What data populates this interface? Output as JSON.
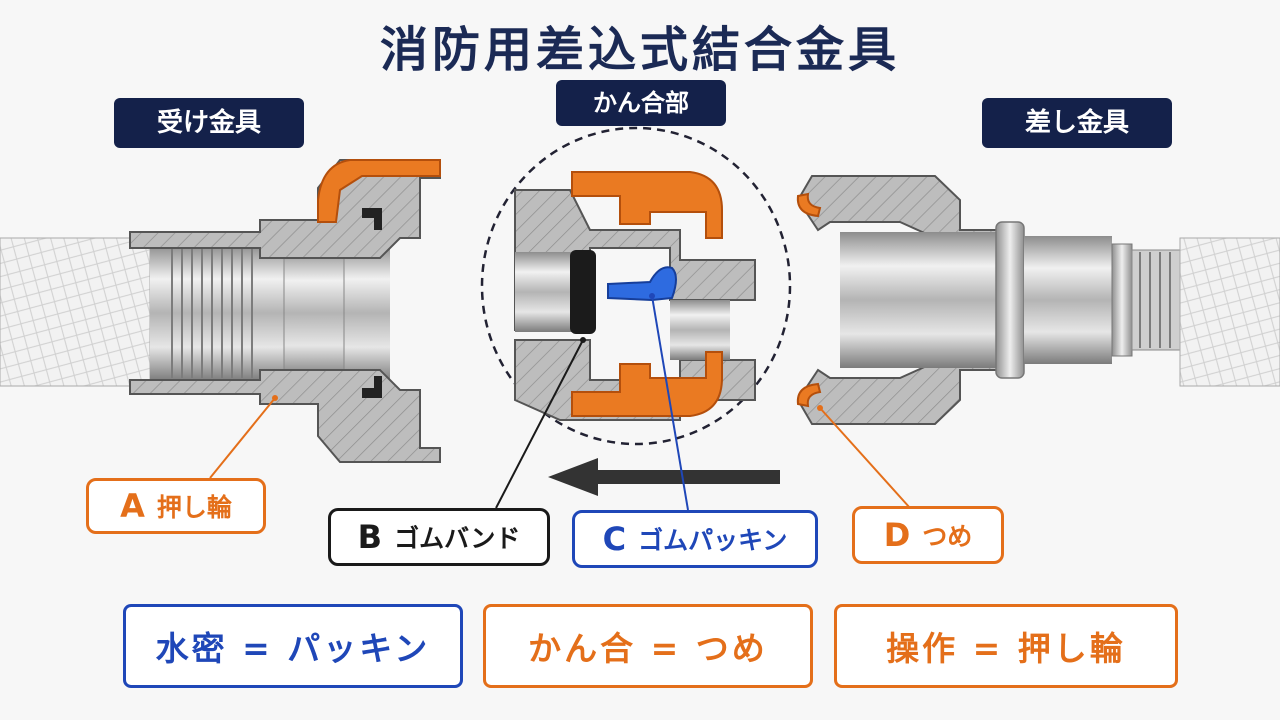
{
  "title": "消防用差込式結合金具",
  "labels": {
    "receiver": "受け金具",
    "coupling": "かん合部",
    "inserter": "差し金具"
  },
  "callouts": [
    {
      "letter": "A",
      "text": "押し輪",
      "color": "#e46f1a"
    },
    {
      "letter": "B",
      "text": "ゴムバンド",
      "color": "#1a1a1a"
    },
    {
      "letter": "C",
      "text": "ゴムパッキン",
      "color": "#1f47b8"
    },
    {
      "letter": "D",
      "text": "つめ",
      "color": "#e46f1a"
    }
  ],
  "summary": [
    {
      "text": "水密 = パッキン",
      "color": "#1f47b8"
    },
    {
      "text": "かん合 = つめ",
      "color": "#e46f1a"
    },
    {
      "text": "操作 = 押し輪",
      "color": "#e46f1a"
    }
  ],
  "colors": {
    "navy": "#14214a",
    "orange": "#e46f1a",
    "blue": "#1f47b8",
    "metal_gray": "#b9b9b9",
    "hose_white": "#efefef"
  }
}
